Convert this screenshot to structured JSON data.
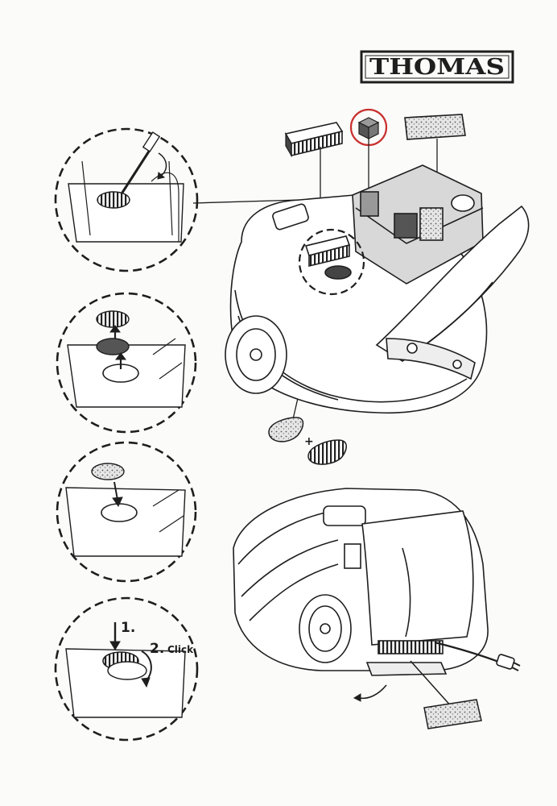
{
  "brand": {
    "name": "THOMAS"
  },
  "steps": {
    "step1_label": "1.",
    "step2_label": "2.",
    "step2_action": "Click"
  },
  "symbols": {
    "plus": "+"
  },
  "colors": {
    "ink": "#1e1e1e",
    "paper": "#fbfbfa",
    "highlight_circle": "#c8302e",
    "filter_shading": "#6a6a6a",
    "tray_shading": "#d8d8d8"
  }
}
